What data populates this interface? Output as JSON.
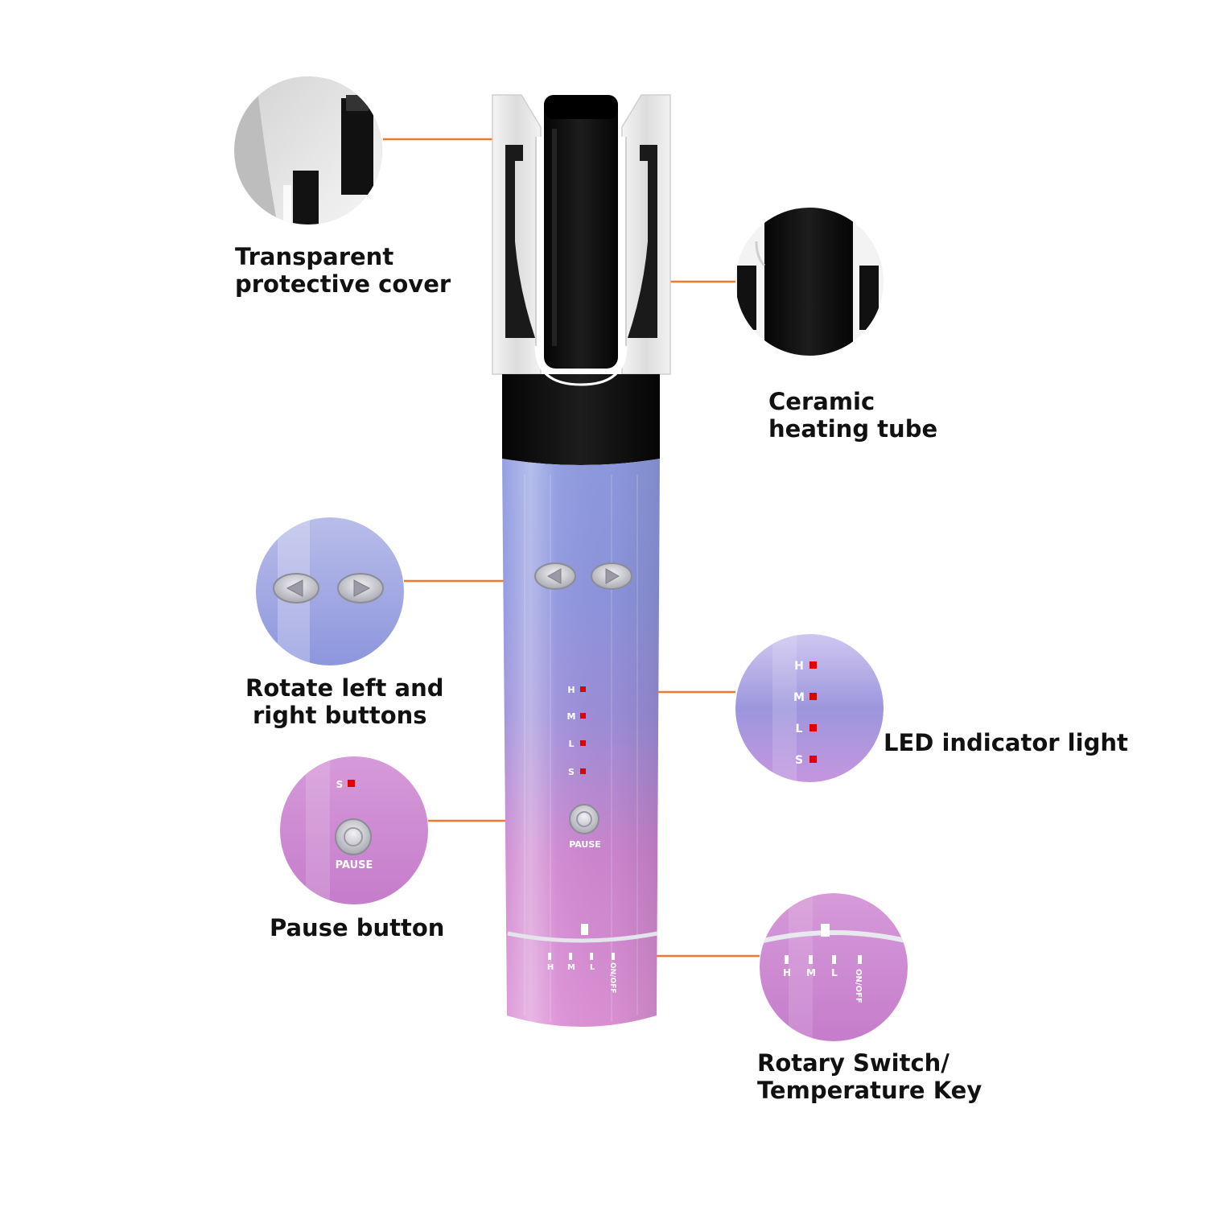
{
  "colors": {
    "leader_line": "#f07a2a",
    "accent_led": "#e00000",
    "body_top": "#8f97df",
    "body_mid": "#9a8ed8",
    "body_bottom": "#d88ad2",
    "barrel": "#0c0c0c"
  },
  "labels": {
    "cover": [
      "Transparent",
      "protective cover"
    ],
    "tube": [
      "Ceramic",
      "heating tube"
    ],
    "rotate": [
      "Rotate left and",
      "right buttons"
    ],
    "led": [
      "LED indicator light"
    ],
    "pause": [
      "Pause button"
    ],
    "rotary": [
      "Rotary Switch/",
      "Temperature Key"
    ]
  },
  "device": {
    "led_levels": [
      "H",
      "M",
      "L",
      "S"
    ],
    "pause_label": "PAUSE",
    "switch_marks": [
      "H",
      "M",
      "L",
      "ON/OFF"
    ],
    "rotate_icons": [
      "rotate-left-icon",
      "rotate-right-icon"
    ]
  },
  "zoom": {
    "pause_led_level": "S"
  }
}
